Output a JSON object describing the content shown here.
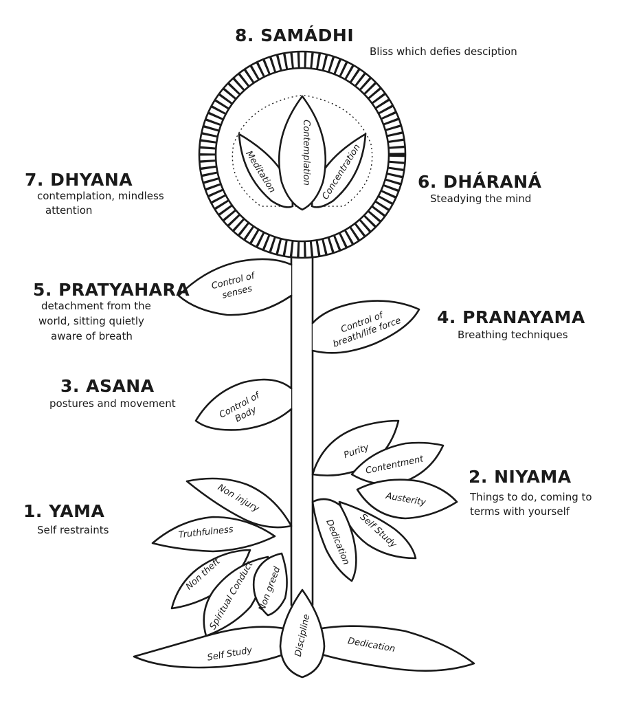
{
  "limbs": {
    "samadhi": {
      "title": "8. SAMÁDHI",
      "desc": [
        "Bliss which defies desciption"
      ]
    },
    "dhyana": {
      "title": "7. DHYANA",
      "desc": [
        "contemplation, mindless",
        "attention"
      ]
    },
    "dharana": {
      "title": "6. DHÁRANÁ",
      "desc": [
        "Steadying the mind"
      ]
    },
    "pratyahara": {
      "title": "5. PRATYAHARA",
      "desc": [
        "detachment from the",
        "world, sitting quietly",
        "aware of breath"
      ]
    },
    "pranayama": {
      "title": "4. PRANAYAMA",
      "desc": [
        "Breathing techniques"
      ]
    },
    "asana": {
      "title": "3. ASANA",
      "desc": [
        "postures and movement"
      ]
    },
    "niyama": {
      "title": "2. NIYAMA",
      "desc": [
        "Things to do, coming to",
        "terms with yourself"
      ]
    },
    "yama": {
      "title": "1. YAMA",
      "desc": [
        "Self restraints"
      ]
    }
  },
  "flower_petals": {
    "meditation": "Meditation",
    "contemplation": "Contemplation",
    "concentration": "Concentration"
  },
  "stem_leaves": {
    "control_senses": [
      "Control of",
      "senses"
    ],
    "control_breath": [
      "Control of",
      "breath/life force"
    ],
    "control_body": [
      "Control of",
      "Body"
    ]
  },
  "yama_leaves": {
    "non_injury": "Non injury",
    "truthfulness": "Truthfulness",
    "non_theft": "Non theft",
    "spiritual_conduct": "Spiritual Conduct",
    "non_greed": "Non greed"
  },
  "niyama_leaves": {
    "purity": "Purity",
    "contentment": "Contentment",
    "austerity": "Austerity",
    "self_study": "Self Study",
    "dedication": "Dedication"
  },
  "root_leaves": {
    "self_study": "Self Study",
    "discipline": "Discipline",
    "dedication": "Dedication"
  }
}
